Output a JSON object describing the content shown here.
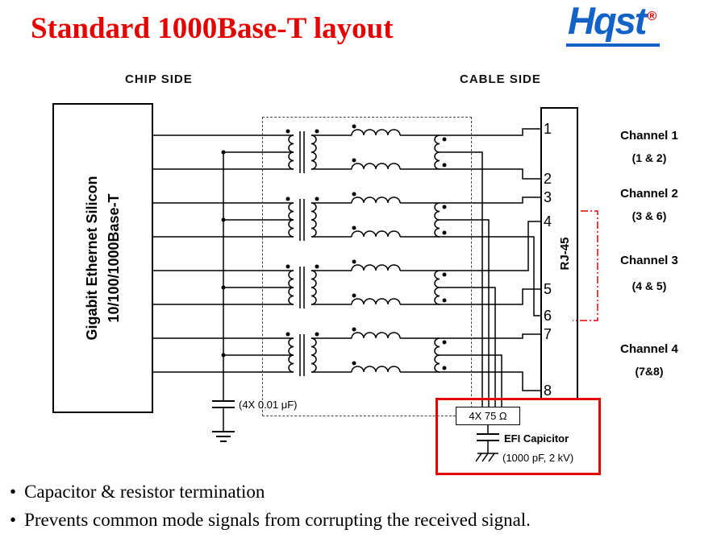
{
  "logo": {
    "text": "Hqst",
    "reg": "®"
  },
  "title": "Standard 1000Base-T layout",
  "diagram": {
    "chip_side_label": "CHIP SIDE",
    "cable_side_label": "CABLE SIDE",
    "chip": {
      "line1": "Gigabit Ethernet Silicon",
      "line2": "10/100/1000Base-T"
    },
    "connector": "RJ-45",
    "pins": [
      "1",
      "2",
      "3",
      "4",
      "5",
      "6",
      "7",
      "8"
    ],
    "channels": [
      {
        "name": "Channel 1",
        "pair": "(1 & 2)"
      },
      {
        "name": "Channel 2",
        "pair": "(3 & 6)"
      },
      {
        "name": "Channel 3",
        "pair": "(4 & 5)"
      },
      {
        "name": "Channel 4",
        "pair": "(7&8)"
      }
    ],
    "chip_cap_label": "(4X 0.01 μF)",
    "termination": {
      "resistor_label": "4X 75 Ω",
      "cap_name": "EFI Capicitor",
      "cap_value": "(1000 pF, 2 kV)"
    }
  },
  "bullets": {
    "marker": "•",
    "items": [
      "Capacitor & resistor termination",
      "Prevents common mode signals from corrupting the received signal."
    ]
  },
  "colors": {
    "accent_red": "#e60000",
    "logo_blue": "#1262c8"
  }
}
